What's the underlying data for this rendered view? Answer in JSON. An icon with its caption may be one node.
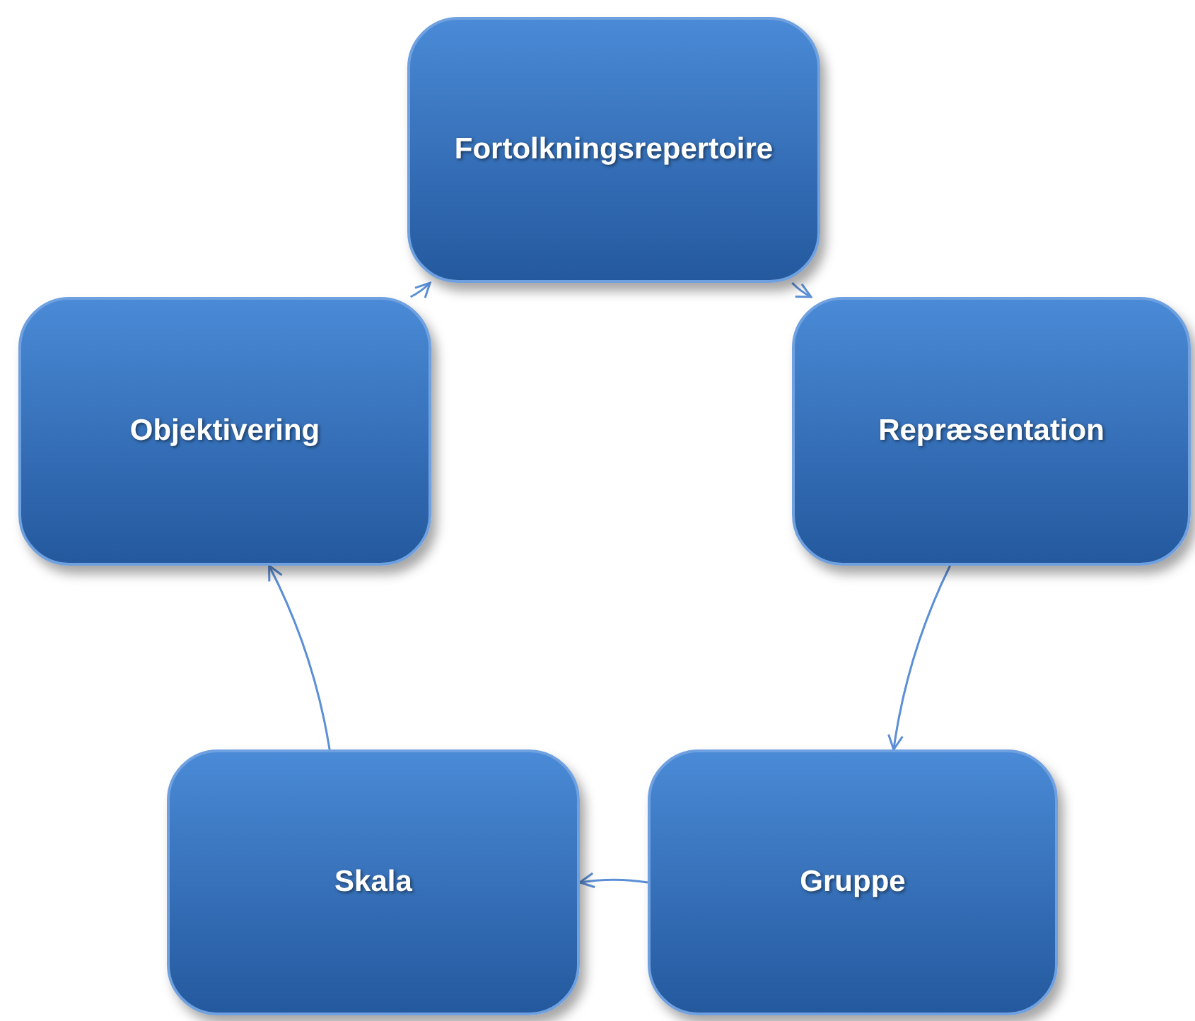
{
  "diagram": {
    "nodes": [
      {
        "text": [
          "Fortolkningsrepertoire"
        ]
      },
      {
        "text": [
          "Repræsentation"
        ]
      },
      {
        "text": [
          "Gruppe"
        ]
      },
      {
        "text": [
          "Skala"
        ]
      },
      {
        "text": [
          "Objektivering"
        ]
      }
    ],
    "edges": [
      {
        "from": 0,
        "to": 1,
        "arrow": "to"
      },
      {
        "from": 1,
        "to": 2,
        "arrow": "to"
      },
      {
        "from": 2,
        "to": 3,
        "arrow": "to"
      },
      {
        "from": 3,
        "to": 4,
        "arrow": "to"
      },
      {
        "from": 4,
        "to": 0,
        "arrow": "to"
      }
    ]
  }
}
